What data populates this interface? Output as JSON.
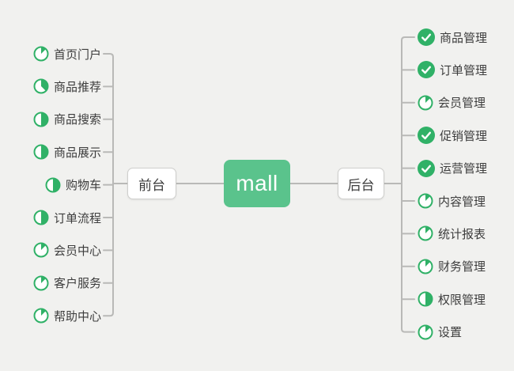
{
  "root": {
    "label": "mall"
  },
  "branches": [
    {
      "label": "前台",
      "side": "left",
      "items": [
        {
          "label": "首页门户",
          "progress": 0.125
        },
        {
          "label": "商品推荐",
          "progress": 0.375
        },
        {
          "label": "商品搜索",
          "progress": 0.5
        },
        {
          "label": "商品展示",
          "progress": 0.5
        },
        {
          "label": "购物车",
          "progress": 0.5
        },
        {
          "label": "订单流程",
          "progress": 0.5
        },
        {
          "label": "会员中心",
          "progress": 0.125
        },
        {
          "label": "客户服务",
          "progress": 0.125
        },
        {
          "label": "帮助中心",
          "progress": 0.125
        }
      ]
    },
    {
      "label": "后台",
      "side": "right",
      "items": [
        {
          "label": "商品管理",
          "progress": 1
        },
        {
          "label": "订单管理",
          "progress": 1
        },
        {
          "label": "会员管理",
          "progress": 0.125
        },
        {
          "label": "促销管理",
          "progress": 1
        },
        {
          "label": "运营管理",
          "progress": 1
        },
        {
          "label": "内容管理",
          "progress": 0.125
        },
        {
          "label": "统计报表",
          "progress": 0.125
        },
        {
          "label": "财务管理",
          "progress": 0.125
        },
        {
          "label": "权限管理",
          "progress": 0.5
        },
        {
          "label": "设置",
          "progress": 0.125
        }
      ]
    }
  ],
  "colors": {
    "background": "#f1f1ef",
    "root_bg": "#5ac38c",
    "root_text": "#ffffff",
    "node_bg": "#ffffff",
    "node_border": "#cfcfcd",
    "node_text": "#3d3d3d",
    "item_text": "#3d3d3d",
    "icon_green": "#30b167",
    "check_white": "#ffffff",
    "line": "#b9b9b7"
  }
}
